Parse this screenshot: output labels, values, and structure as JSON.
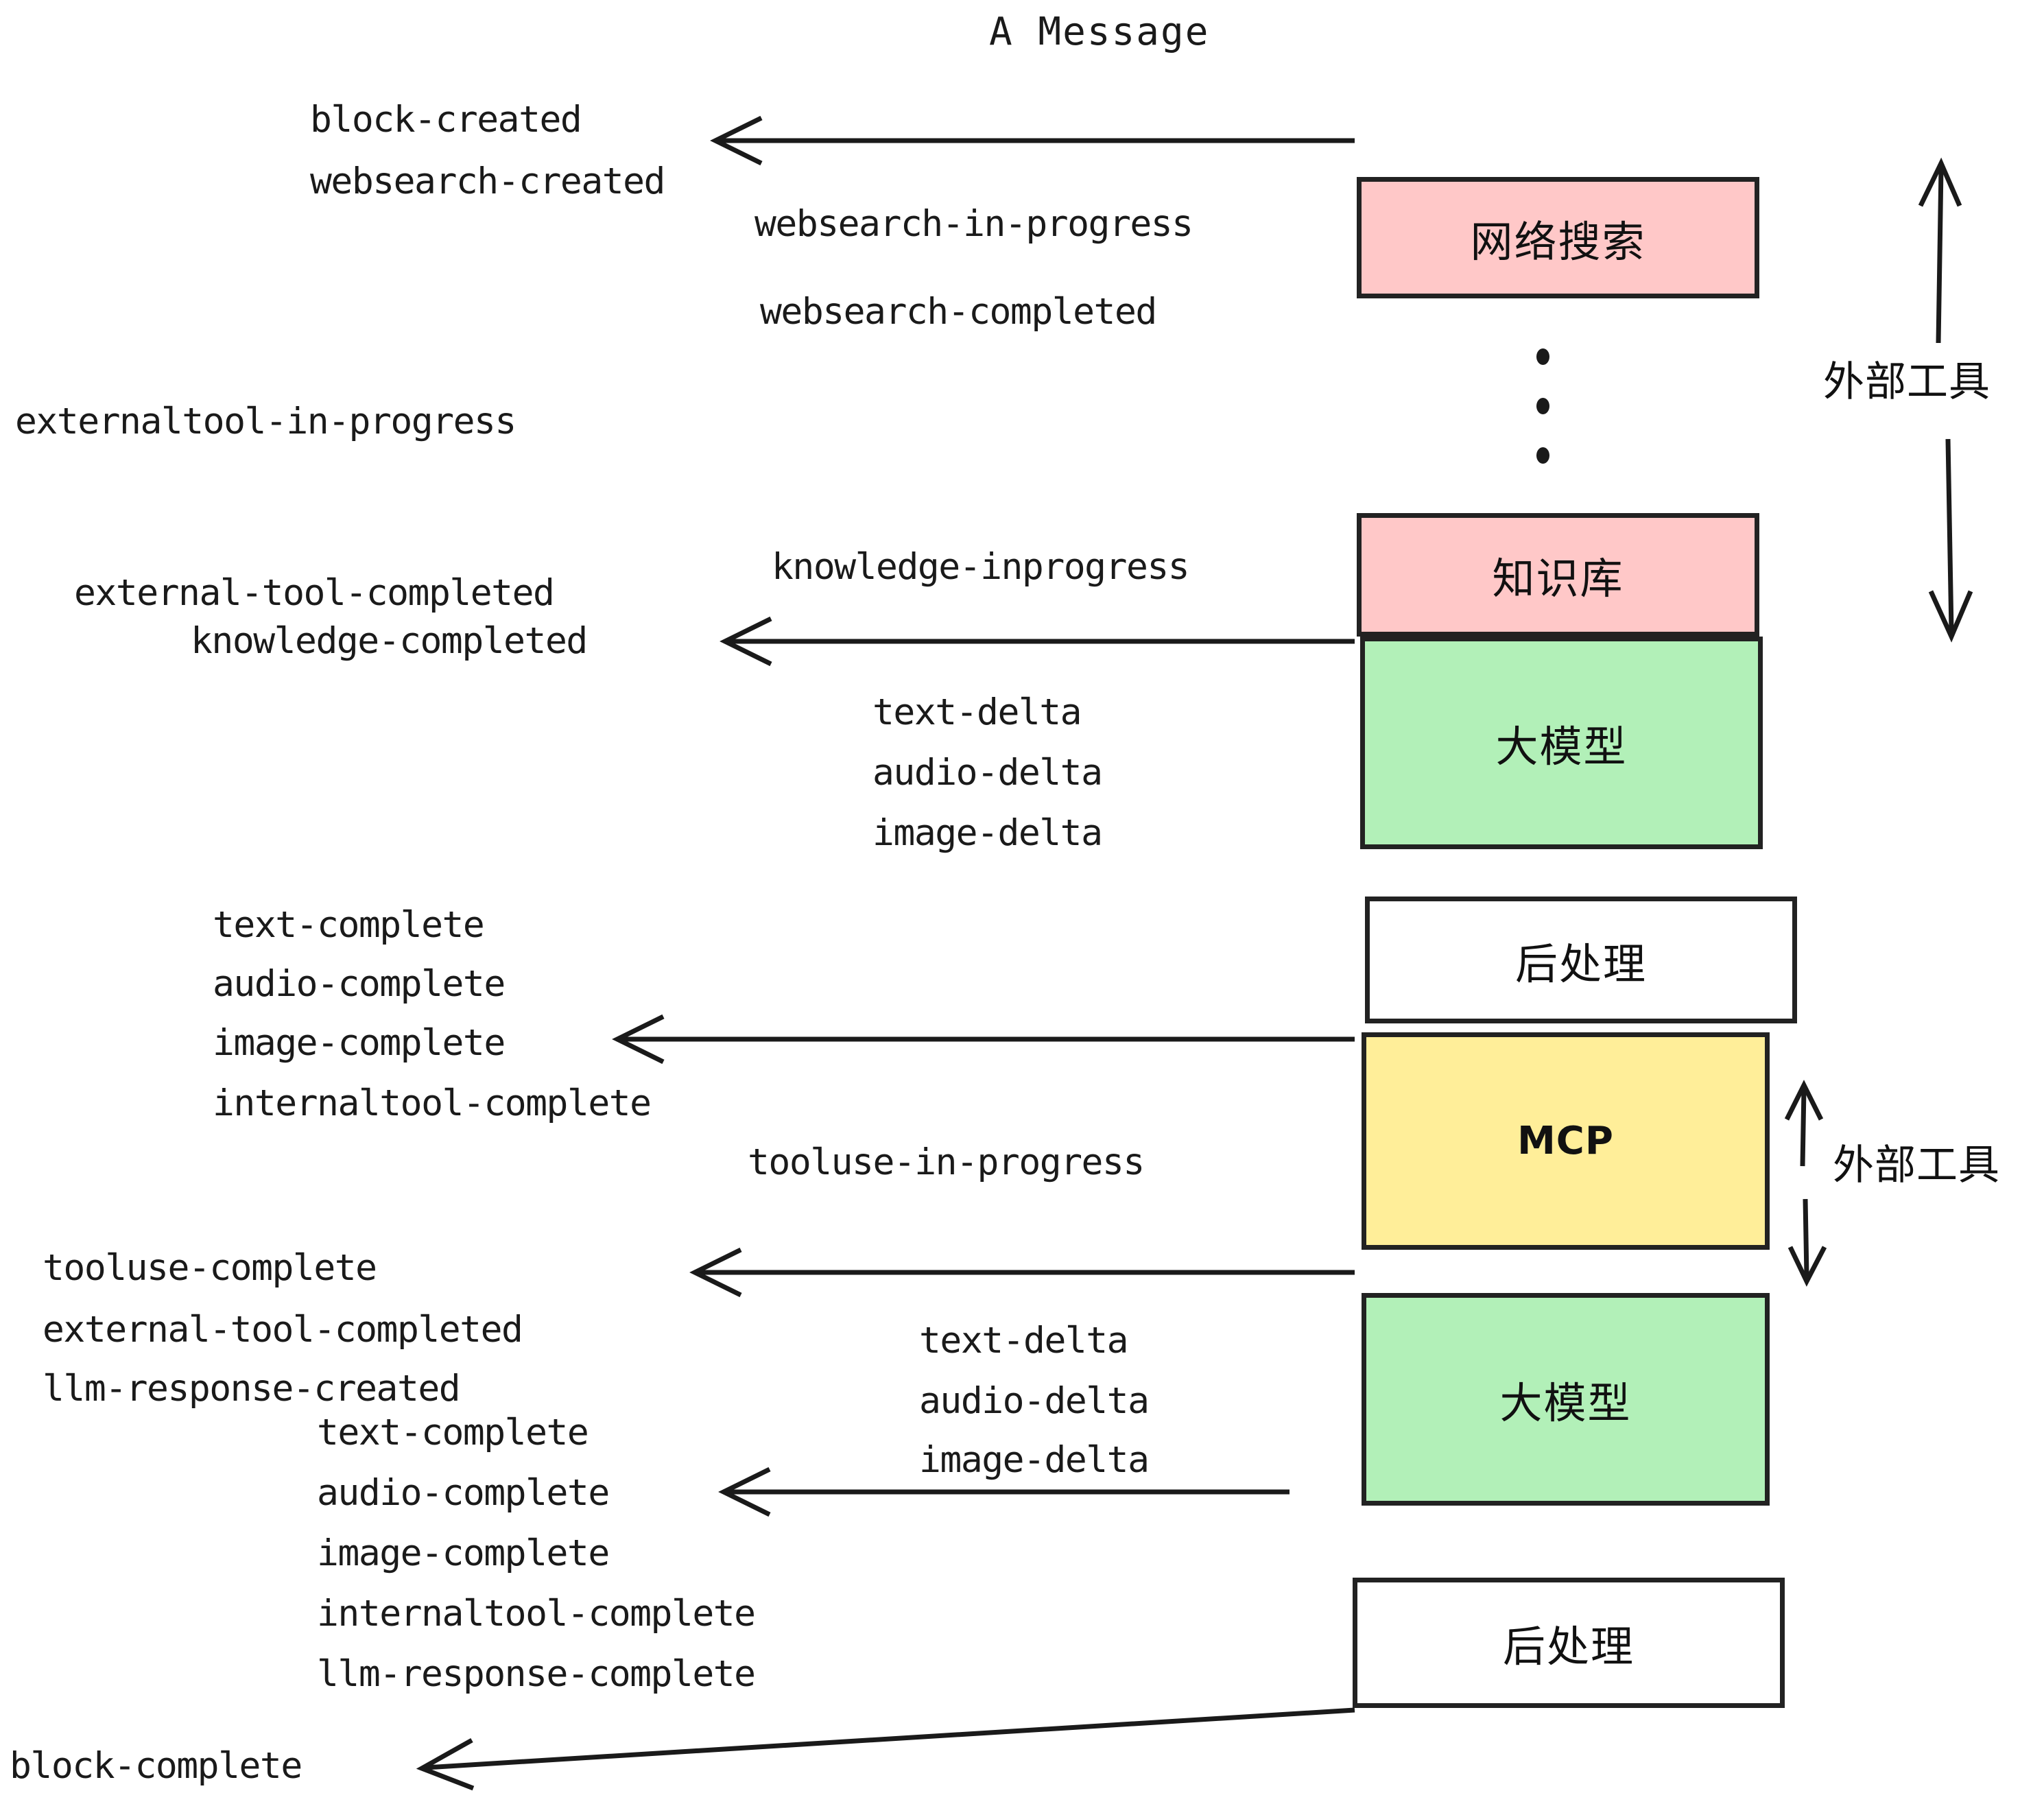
{
  "title": "A Message",
  "colors": {
    "pink": "#FFC8C8",
    "green": "#B2F0B8",
    "yellow": "#FFEE99",
    "white": "#FFFFFF",
    "stroke": "#222222",
    "text": "#1A1A1A"
  },
  "boxes": [
    {
      "id": "websearch",
      "label": "网络搜索",
      "fill": "#FFC8C8"
    },
    {
      "id": "knowledgebase",
      "label": "知识库",
      "fill": "#FFC8C8"
    },
    {
      "id": "llm-1",
      "label": "大模型",
      "fill": "#B2F0B8"
    },
    {
      "id": "postprocess-1",
      "label": "后处理",
      "fill": "#FFFFFF"
    },
    {
      "id": "mcp",
      "label": "MCP",
      "fill": "#FFEE99"
    },
    {
      "id": "llm-2",
      "label": "大模型",
      "fill": "#B2F0B8"
    },
    {
      "id": "postprocess-2",
      "label": "后处理",
      "fill": "#FFFFFF"
    }
  ],
  "side_labels": [
    {
      "id": "external-tool-top",
      "text": "外部工具"
    },
    {
      "id": "external-tool-bottom",
      "text": "外部工具"
    }
  ],
  "events": [
    {
      "id": "block-created",
      "text": "block-created"
    },
    {
      "id": "websearch-created",
      "text": "websearch-created"
    },
    {
      "id": "websearch-in-progress",
      "text": "websearch-in-progress"
    },
    {
      "id": "websearch-completed",
      "text": "websearch-completed"
    },
    {
      "id": "externaltool-in-progress",
      "text": "externaltool-in-progress"
    },
    {
      "id": "knowledge-inprogress",
      "text": "knowledge-inprogress"
    },
    {
      "id": "external-tool-completed-1",
      "text": "external-tool-completed"
    },
    {
      "id": "knowledge-completed",
      "text": "knowledge-completed"
    },
    {
      "id": "text-delta-1",
      "text": "text-delta"
    },
    {
      "id": "audio-delta-1",
      "text": "audio-delta"
    },
    {
      "id": "image-delta-1",
      "text": "image-delta"
    },
    {
      "id": "text-complete-1",
      "text": "text-complete"
    },
    {
      "id": "audio-complete-1",
      "text": "audio-complete"
    },
    {
      "id": "image-complete-1",
      "text": "image-complete"
    },
    {
      "id": "internaltool-complete-1",
      "text": "internaltool-complete"
    },
    {
      "id": "tooluse-in-progress",
      "text": "tooluse-in-progress"
    },
    {
      "id": "tooluse-complete",
      "text": "tooluse-complete"
    },
    {
      "id": "external-tool-completed-2",
      "text": "external-tool-completed"
    },
    {
      "id": "llm-response-created",
      "text": "llm-response-created"
    },
    {
      "id": "text-delta-2",
      "text": "text-delta"
    },
    {
      "id": "audio-delta-2",
      "text": "audio-delta"
    },
    {
      "id": "image-delta-2",
      "text": "image-delta"
    },
    {
      "id": "text-complete-2",
      "text": "text-complete"
    },
    {
      "id": "audio-complete-2",
      "text": "audio-complete"
    },
    {
      "id": "image-complete-2",
      "text": "image-complete"
    },
    {
      "id": "internaltool-complete-2",
      "text": "internaltool-complete"
    },
    {
      "id": "llm-response-complete",
      "text": "llm-response-complete"
    },
    {
      "id": "block-complete",
      "text": "block-complete"
    }
  ]
}
